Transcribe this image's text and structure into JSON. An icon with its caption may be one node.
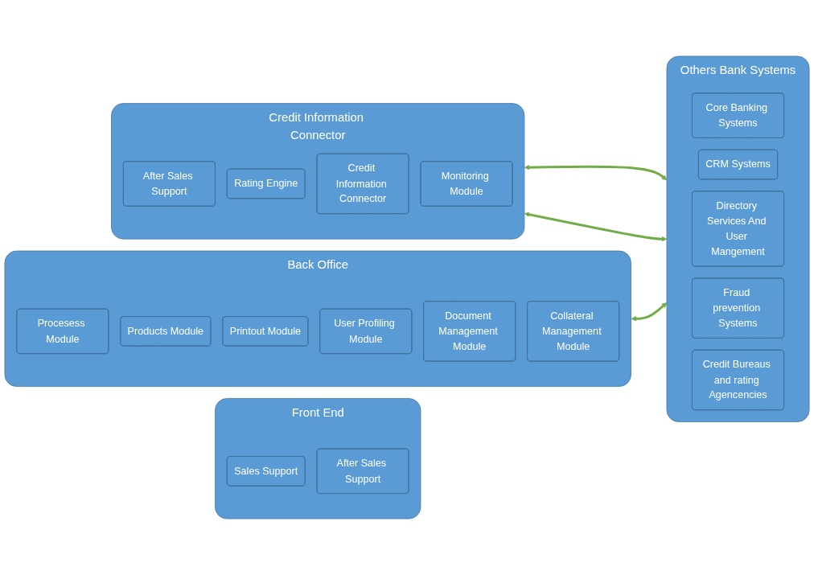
{
  "diagram": {
    "nodes": [
      {
        "text": [
          "Front End"
        ]
      },
      {
        "text": [
          "Sales Support"
        ],
        "in": 0
      },
      {
        "text": [
          "After Sales Support"
        ],
        "in": 0
      },
      {
        "text": [
          "Credit Information Connector"
        ]
      },
      {
        "text": [
          "After Sales Support"
        ],
        "in": 3
      },
      {
        "text": [
          "Rating Engine"
        ],
        "in": 3
      },
      {
        "text": [
          "Credit Information Connector"
        ],
        "in": 3
      },
      {
        "text": [
          "Monitoring Module"
        ],
        "in": 3
      },
      {
        "text": [
          "Back Office"
        ]
      },
      {
        "text": [
          "Procesess Module"
        ],
        "in": 8
      },
      {
        "text": [
          "Products Module"
        ],
        "in": 8
      },
      {
        "text": [
          "Printout Module"
        ],
        "in": 8
      },
      {
        "text": [
          "User Profiling Module"
        ],
        "in": 8
      },
      {
        "text": [
          "Document Management Module"
        ],
        "in": 8
      },
      {
        "text": [
          "Collateral Management Module"
        ],
        "in": 8
      },
      {
        "text": [
          "Others Bank Systems"
        ]
      },
      {
        "text": [
          "Core Banking Systems"
        ],
        "in": 15
      },
      {
        "text": [
          "CRM Systems"
        ],
        "in": 15
      },
      {
        "text": [
          "Directory Services And User Mangement"
        ],
        "in": 15
      },
      {
        "text": [
          "Fraud prevention Systems"
        ],
        "in": 15
      },
      {
        "text": [
          "Credit Bureaus and rating Agencencies"
        ],
        "in": 15
      }
    ],
    "edges": [
      {
        "from": 3,
        "to": 15,
        "arrow": "both"
      },
      {
        "from": 3,
        "to": 15,
        "arrow": "both"
      },
      {
        "from": 8,
        "to": 15,
        "arrow": "both"
      }
    ]
  }
}
